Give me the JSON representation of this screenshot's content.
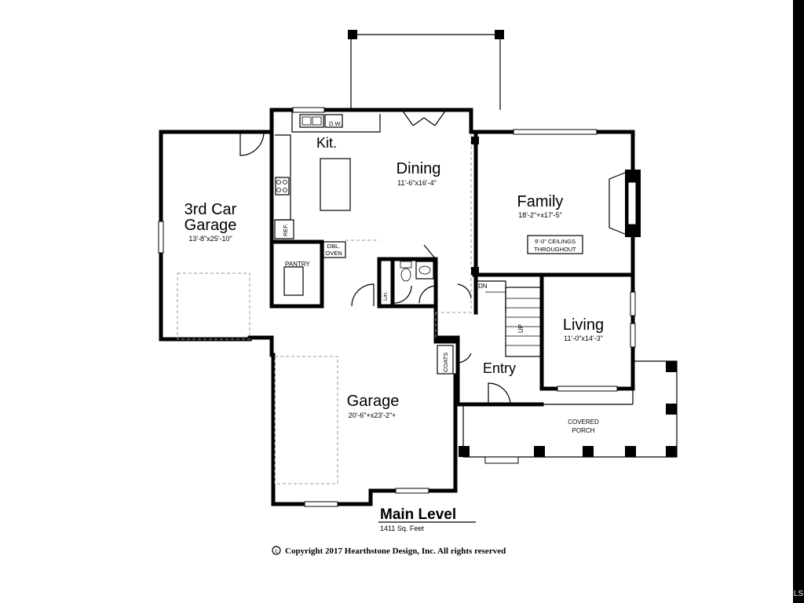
{
  "rooms": {
    "kitchen": {
      "name": "Kit."
    },
    "dining": {
      "name": "Dining",
      "dims": "11'-6\"x16'-4\""
    },
    "family": {
      "name": "Family",
      "dims": "18'-2\"+x17'-5\""
    },
    "garage3": {
      "name_line1": "3rd Car",
      "name_line2": "Garage",
      "dims": "13'-8\"x25'-10\""
    },
    "garage": {
      "name": "Garage",
      "dims": "20'-6\"+x23'-2\"+"
    },
    "living": {
      "name": "Living",
      "dims": "11'-0\"x14'-3\""
    },
    "entry": {
      "name": "Entry"
    },
    "porch": {
      "line1": "COVERED",
      "line2": "PORCH"
    }
  },
  "fixtures": {
    "dw": "D.W.",
    "ref": "REF.",
    "pantry": "PANTRY",
    "dbl_oven_line1": "DBL.",
    "dbl_oven_line2": "OVEN",
    "linen": "Lin.",
    "coats": "COATS",
    "stair_down": "DN",
    "stair_up": "UP"
  },
  "ceiling_note": {
    "line1": "9'-0\" CEILINGS",
    "line2": "THROUGHOUT"
  },
  "title": {
    "main": "Main Level",
    "sub": "1411  Sq.  Feet"
  },
  "copyright": "Copyright 2017 Hearthstone Design, Inc. All rights reserved",
  "copyright_symbol": "c",
  "corner_mark": "LS"
}
